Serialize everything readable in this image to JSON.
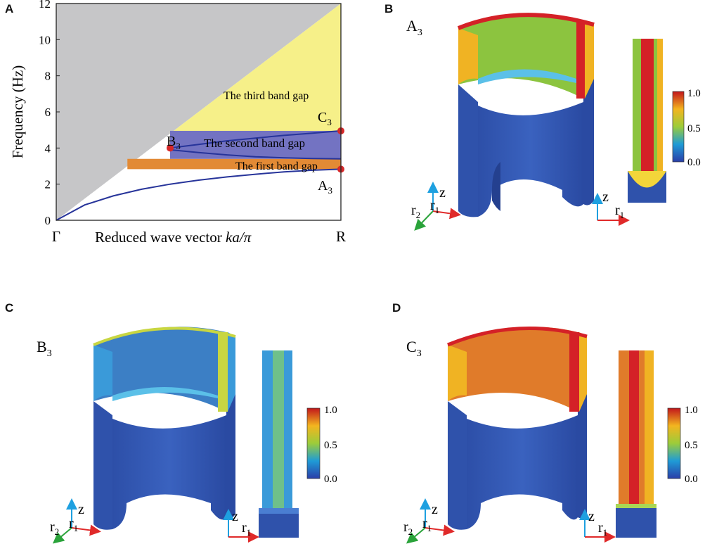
{
  "panels": {
    "a": "A",
    "b": "B",
    "c": "C",
    "d": "D"
  },
  "chart_data": {
    "type": "line",
    "title": "",
    "xlabel": "Reduced wave vector ka/π",
    "xlabel_main": "Reduced wave vector ",
    "xlabel_italic": "ka/π",
    "ylabel": "Frequency (Hz)",
    "ylim": [
      0,
      12
    ],
    "yticks": [
      "0",
      "2",
      "4",
      "6",
      "8",
      "10",
      "12"
    ],
    "xticks": [
      "Γ",
      "R"
    ],
    "x": [
      0,
      0.1,
      0.2,
      0.3,
      0.4,
      0.5,
      0.6,
      0.7,
      0.8,
      0.9,
      1.0
    ],
    "series": [
      {
        "values": [
          0,
          0.85,
          1.35,
          1.72,
          2.0,
          2.22,
          2.4,
          2.55,
          2.68,
          2.77,
          2.83
        ]
      },
      {
        "values": [
          null,
          null,
          null,
          null,
          3.9,
          3.75,
          3.62,
          3.52,
          3.46,
          3.42,
          3.4
        ]
      },
      {
        "values": [
          null,
          null,
          null,
          null,
          4.0,
          4.2,
          4.4,
          4.55,
          4.7,
          4.82,
          4.95
        ]
      }
    ],
    "light_line": {
      "x": [
        0,
        1
      ],
      "values": [
        0,
        12
      ]
    },
    "bands": [
      {
        "name": "The first band gap",
        "ymin": 2.83,
        "ymax": 3.4,
        "color": "#e28a35"
      },
      {
        "name": "The second band gap",
        "ymin": 3.4,
        "ymax": 4.95,
        "color": "#7373c2"
      },
      {
        "name": "The third band gap",
        "ymin": 4.95,
        "ymax": 12,
        "color": "#f6f089"
      }
    ],
    "points": [
      {
        "label": "A",
        "sub": "3",
        "x": 1.0,
        "y": 2.83
      },
      {
        "label": "B",
        "sub": "3",
        "x": 0.4,
        "y": 4.0
      },
      {
        "label": "C",
        "sub": "3",
        "x": 1.0,
        "y": 4.95
      }
    ],
    "colors": {
      "band_line": "#27349a",
      "light_region": "#c6c6c8",
      "point": "#d62728"
    }
  },
  "modes": [
    {
      "label": "A",
      "sub": "3",
      "fill": {
        "front": "#f0b323",
        "top": "#8cc43f",
        "stripe": "#d42127"
      },
      "colorbar": [
        "1.0",
        "0.5",
        "0.0"
      ],
      "axes": {
        "z": "z",
        "r1": "r",
        "r1_sub": "1",
        "r2": "r",
        "r2_sub": "2"
      }
    },
    {
      "label": "B",
      "sub": "3",
      "fill": {
        "front": "#3a9ad9",
        "top": "#3c7fc5",
        "stripe": "#c8d641"
      },
      "colorbar": [
        "1.0",
        "0.5",
        "0.0"
      ],
      "axes": {
        "z": "z",
        "r1": "r",
        "r1_sub": "1",
        "r2": "r",
        "r2_sub": "2"
      }
    },
    {
      "label": "C",
      "sub": "3",
      "fill": {
        "front": "#f0b323",
        "top": "#e07b2a",
        "stripe": "#d42127"
      },
      "colorbar": [
        "1.0",
        "0.5",
        "0.0"
      ],
      "axes": {
        "z": "z",
        "r1": "r",
        "r1_sub": "1",
        "r2": "r",
        "r2_sub": "2"
      }
    }
  ]
}
